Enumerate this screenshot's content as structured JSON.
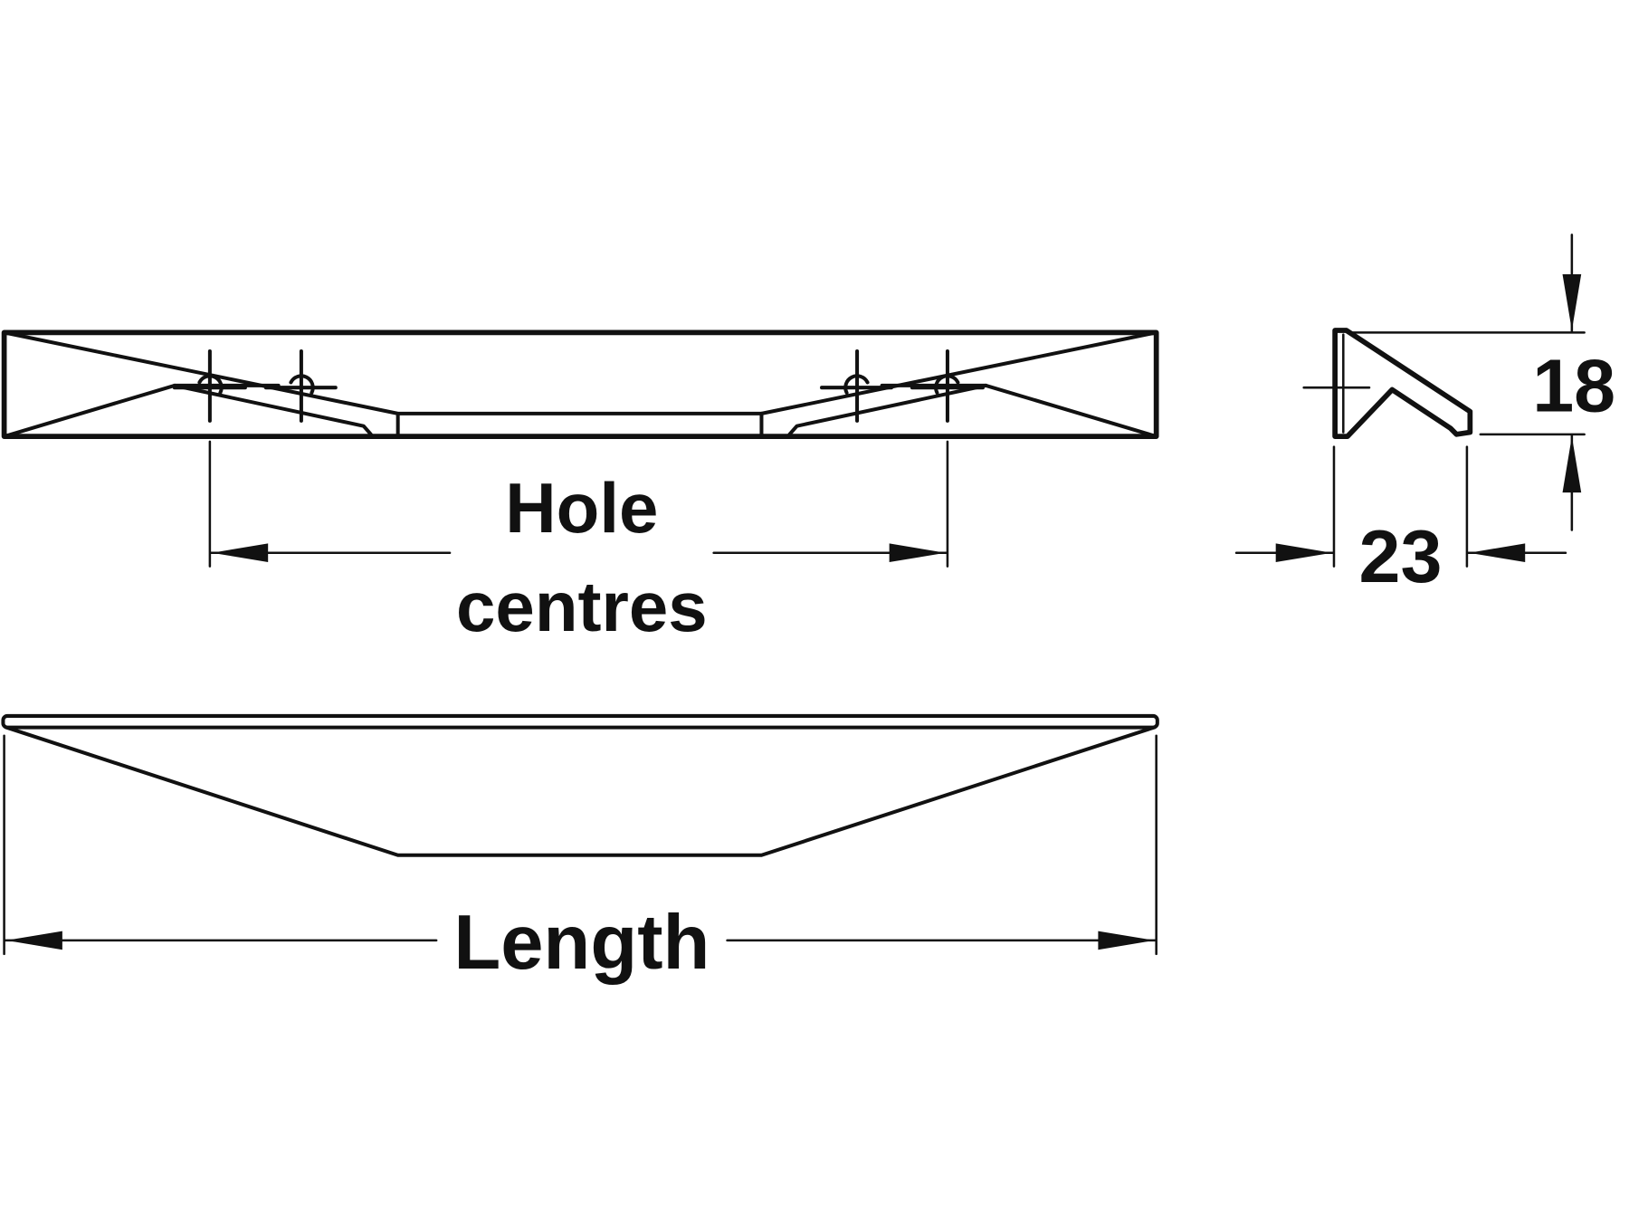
{
  "drawing": {
    "hole_centres_label": {
      "line1": "Hole",
      "line2": "centres"
    },
    "length_label": "Length",
    "width_value": "23",
    "height_value": "18",
    "line_color": "#111111"
  }
}
